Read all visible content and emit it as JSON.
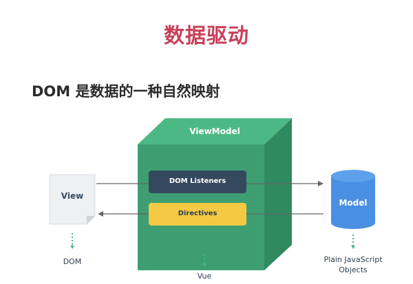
{
  "page": {
    "title": "数据驱动",
    "subtitle": "DOM 是数据的一种自然映射"
  },
  "diagram": {
    "viewmodel_label": "ViewModel",
    "view_label": "View",
    "model_label": "Model",
    "dom_listeners_label": "DOM Listeners",
    "directives_label": "Directives",
    "dom_caption": "DOM",
    "vue_caption": "Vue",
    "model_caption_line1": "Plain JavaScript",
    "model_caption_line2": "Objects",
    "colors": {
      "title": "#c8405a",
      "cube_front": "#3e9e72",
      "cube_top": "#4cb985",
      "cube_side": "#2f8a60",
      "listeners_bar": "#34495e",
      "directives_bar": "#f5c944",
      "cylinder": "#4a90e2",
      "dotted": "#42b883"
    }
  }
}
